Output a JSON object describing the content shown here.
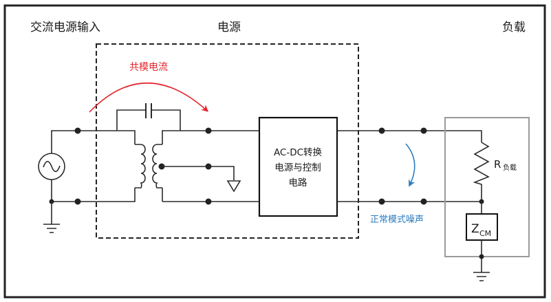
{
  "diagram": {
    "sections": {
      "ac_input": "交流电源输入",
      "power_supply": "电源",
      "load": "负载"
    },
    "annotations": {
      "common_mode_current": "共模电流",
      "normal_mode_noise": "正常模式噪声"
    },
    "converter_block": {
      "line1": "AC-DC转换",
      "line2": "电源与控制",
      "line3": "电路"
    },
    "load_resistor": {
      "symbol": "R",
      "subscript": "负载"
    },
    "common_mode_impedance": {
      "symbol": "Z",
      "subscript": "CM"
    },
    "colors": {
      "common_mode_arrow": "#e3242b",
      "normal_mode_arrow": "#2b7cc0",
      "load_box": "#9a9a9a",
      "frame": "#222222"
    }
  }
}
